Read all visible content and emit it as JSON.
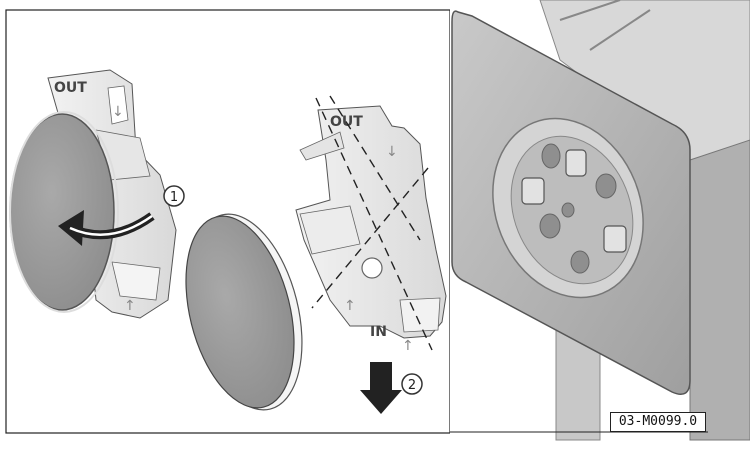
{
  "left_panel": {
    "holder_out_label": "OUT",
    "holder_in_label": "IN",
    "step1_number": "1",
    "step2_number": "2"
  },
  "right_panel": {},
  "document_code": "03-M0099.0"
}
